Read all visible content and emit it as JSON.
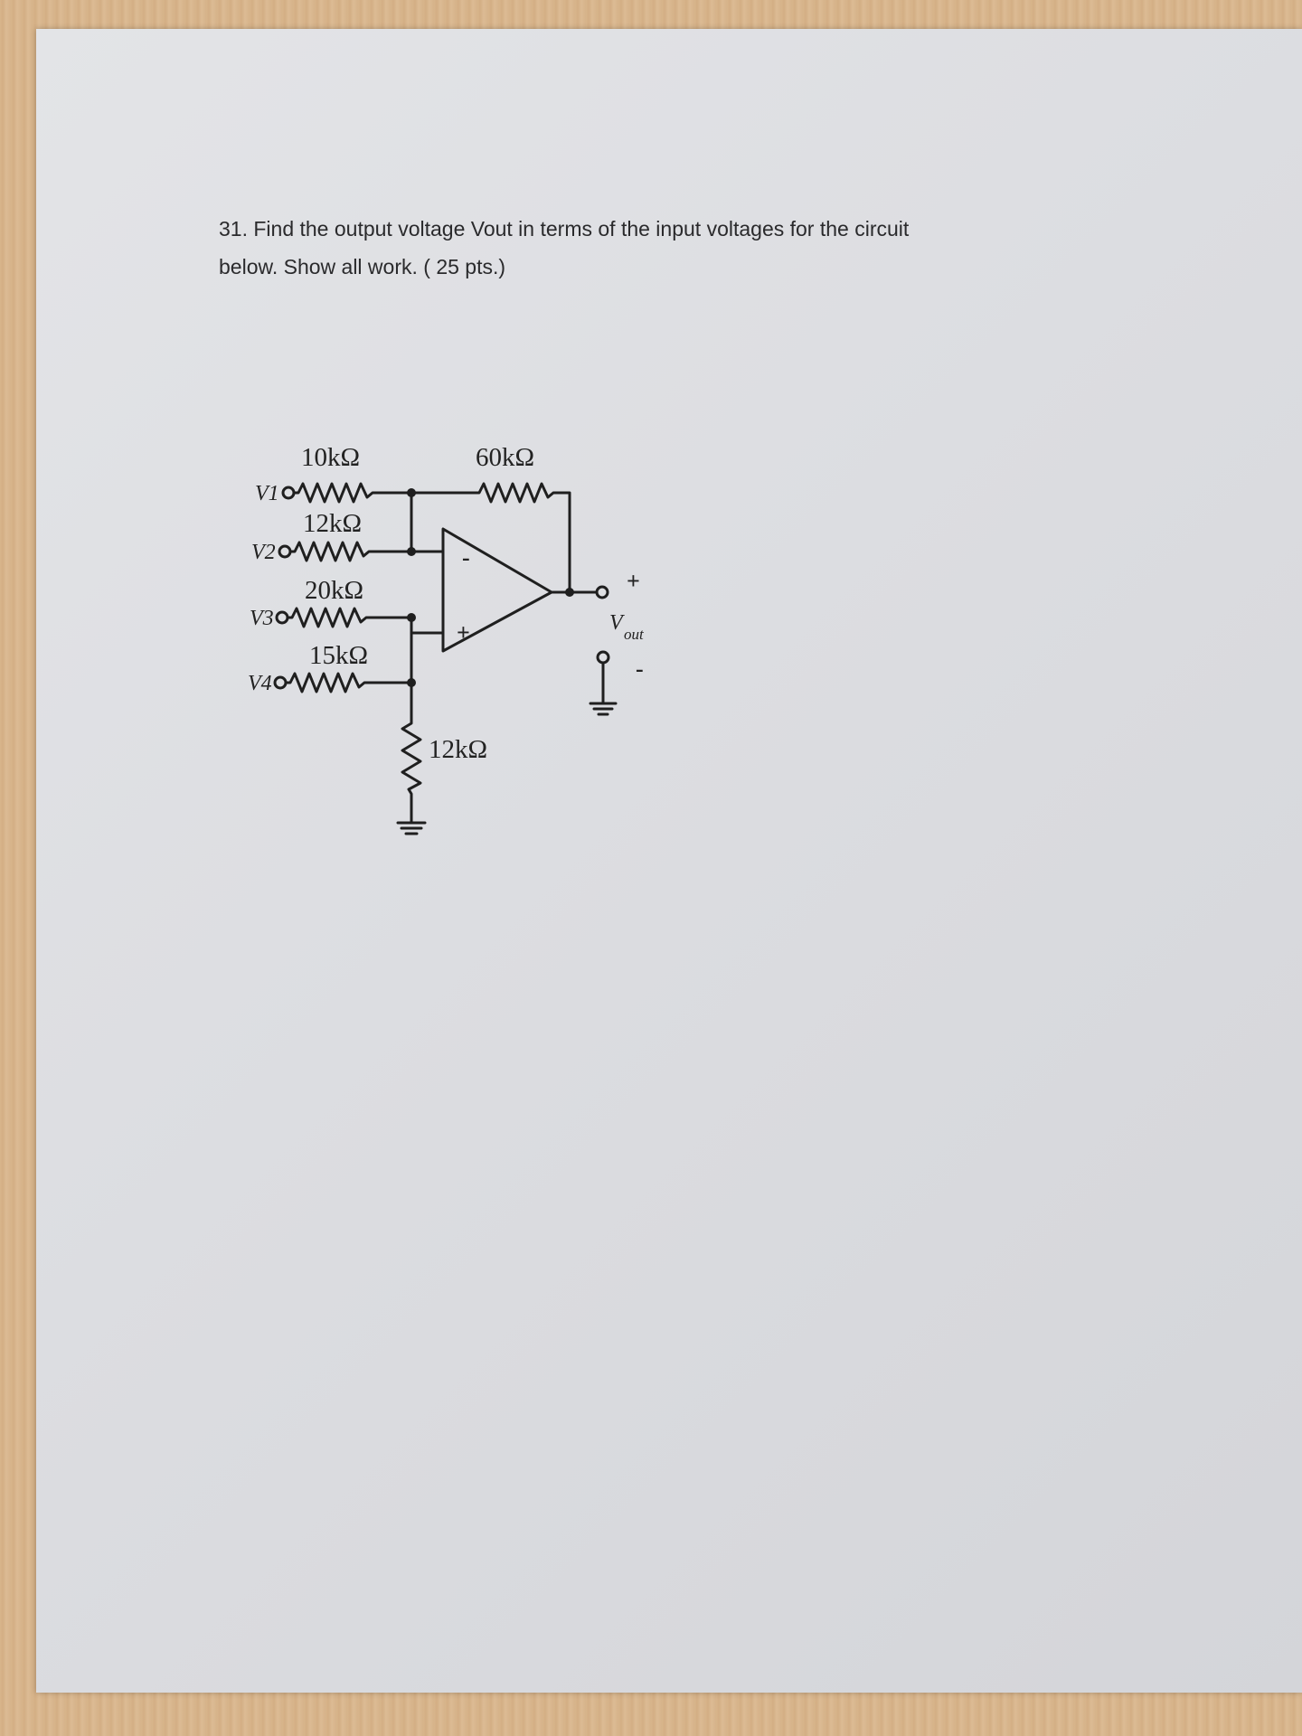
{
  "question": {
    "line1": "31. Find the output voltage Vout in terms of the input voltages for the circuit",
    "line2": "below.  Show all work. ( 25 pts.)"
  },
  "circuit": {
    "resistors": {
      "r1": "10kΩ",
      "r2": "12kΩ",
      "r3": "20kΩ",
      "r4": "15kΩ",
      "rf": "60kΩ",
      "rg": "12kΩ"
    },
    "inputs": {
      "v1": "V1",
      "v2": "V2",
      "v3": "V3",
      "v4": "V4"
    },
    "opamp": {
      "minus": "-",
      "plus": "+"
    },
    "output": {
      "plus": "+",
      "minus": "-",
      "vout_main": "V",
      "vout_sub": "out"
    }
  }
}
